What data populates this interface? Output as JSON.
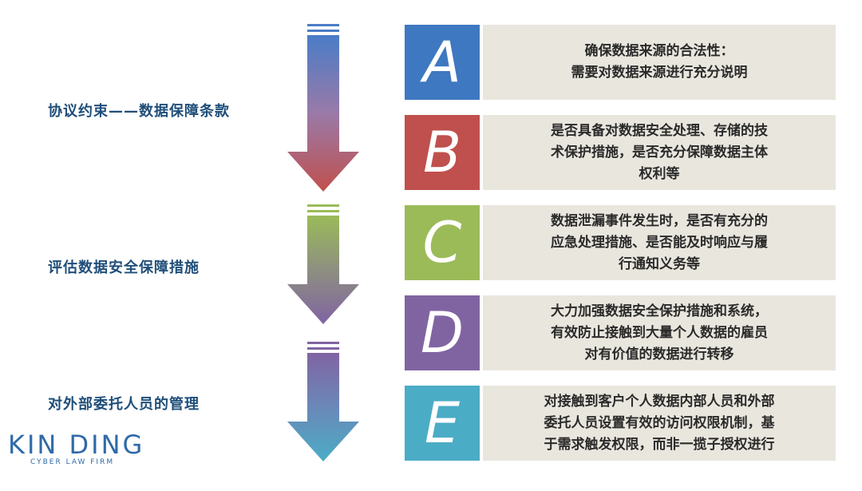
{
  "left_labels": [
    "协议约束——数据保障条款",
    "评估数据安全保障措施",
    "对外部委托人员的管理"
  ],
  "items": [
    {
      "letter": "A",
      "color": "#3e78c1",
      "lines": [
        "确保数据来源的合法性：",
        "需要对数据来源进行充分说明"
      ]
    },
    {
      "letter": "B",
      "color": "#c0504d",
      "lines": [
        "是否具备对数据安全处理、存储的技",
        "术保护措施，是否充分保障数据主体",
        "权利等"
      ]
    },
    {
      "letter": "C",
      "color": "#9bbb59",
      "lines": [
        "数据泄漏事件发生时，是否有充分的",
        "应急处理措施、是否能及时响应与履",
        "行通知义务等"
      ]
    },
    {
      "letter": "D",
      "color": "#8064a2",
      "lines": [
        "大力加强数据安全保护措施和系统，",
        "有效防止接触到大量个人数据的雇员",
        "对有价值的数据进行转移"
      ]
    },
    {
      "letter": "E",
      "color": "#4bacc6",
      "lines": [
        "对接触到客户个人数据内部人员和外部",
        "委托人员设置有效的访问权限机制，基",
        "于需求触发权限，而非一揽子授权进行"
      ]
    }
  ],
  "logo": {
    "main": "KIN DING",
    "sub": "CYBER LAW FIRM",
    "color": "#2f6aa8"
  }
}
